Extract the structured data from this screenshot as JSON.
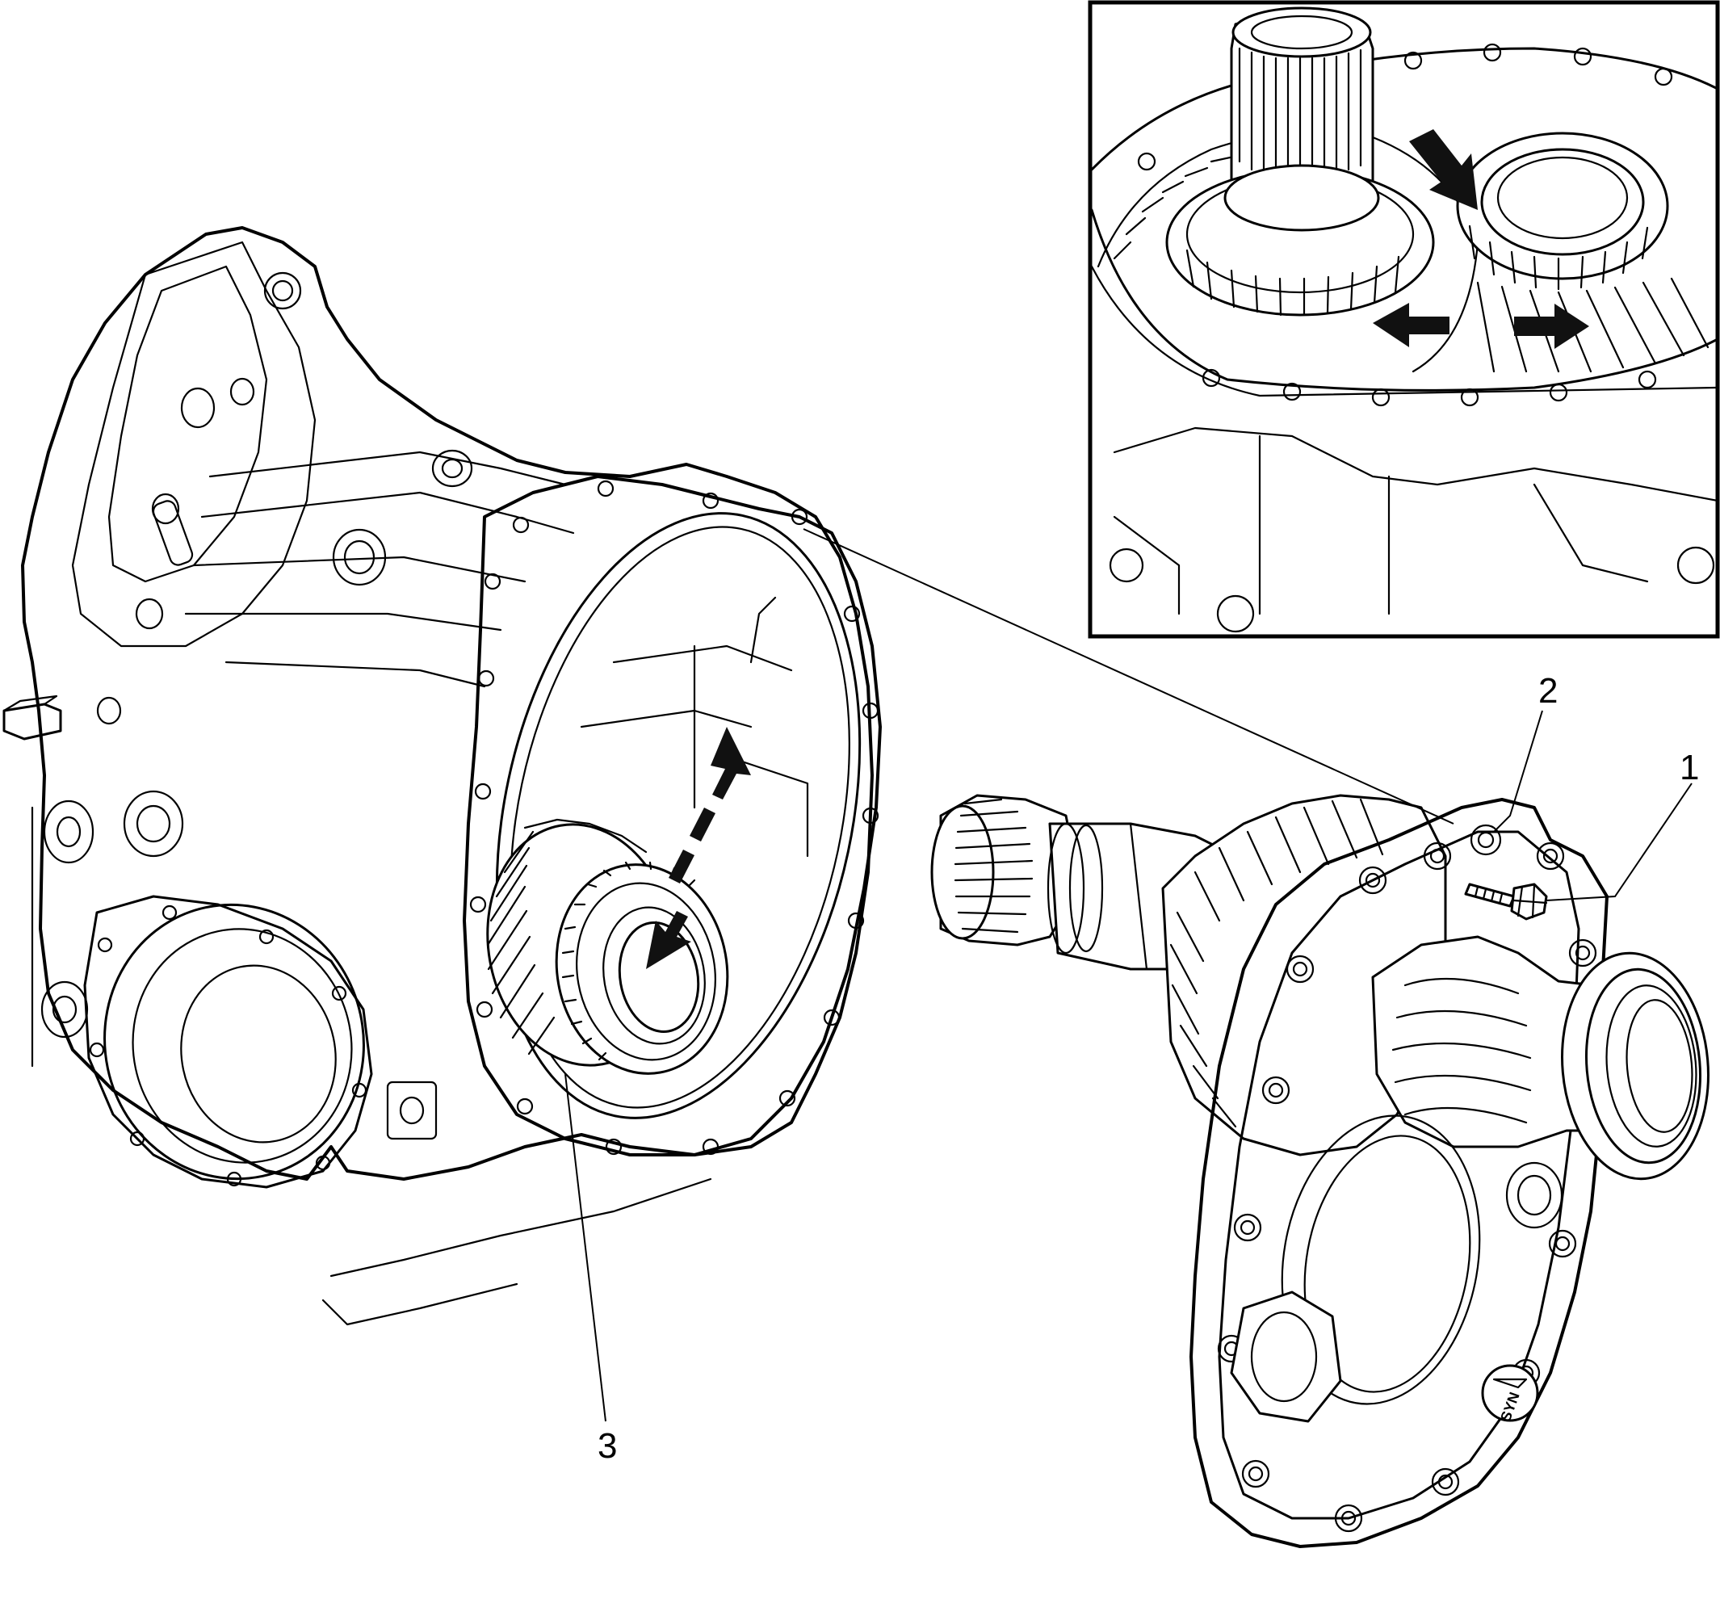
{
  "callouts": [
    {
      "id": "1",
      "label": "1"
    },
    {
      "id": "2",
      "label": "2"
    },
    {
      "id": "3",
      "label": "3"
    }
  ],
  "decal": {
    "text": "SYN"
  },
  "colors": {
    "line": "#000000",
    "background": "#ffffff",
    "arrow": "#111111"
  }
}
